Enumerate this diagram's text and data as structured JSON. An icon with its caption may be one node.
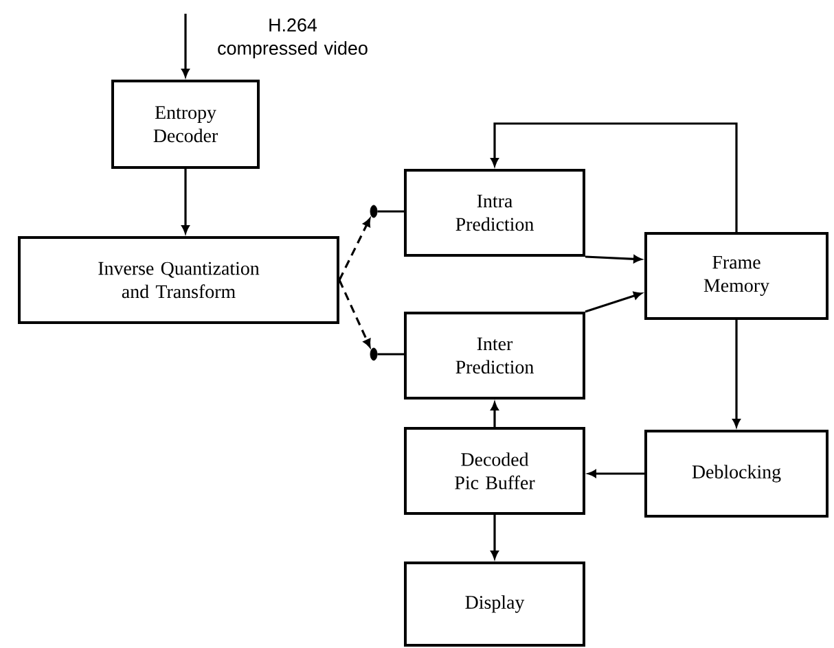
{
  "diagram": {
    "nodes": [
      {
        "text": [
          "Entropy Decoder"
        ]
      },
      {
        "text": [
          "Inverse Quantization and Transform"
        ]
      },
      {
        "text": [
          "Intra Prediction"
        ]
      },
      {
        "text": [
          "Frame Memory"
        ]
      },
      {
        "text": [
          "Inter Prediction"
        ]
      },
      {
        "text": [
          "Decoded Pic Buffer"
        ]
      },
      {
        "text": [
          "Deblocking"
        ]
      },
      {
        "text": [
          "Display"
        ]
      },
      {
        "text": [],
        "shape": "circle"
      },
      {
        "text": [],
        "shape": "circle"
      }
    ],
    "edges": [
      {
        "from": null,
        "to": 0,
        "arrow": "to",
        "label": "H.264 compressed video"
      },
      {
        "from": 0,
        "to": 1,
        "arrow": "to"
      },
      {
        "from": 1,
        "to": 8,
        "arrow": "to",
        "style": "dashed"
      },
      {
        "from": 8,
        "to": 2,
        "arrow": "none"
      },
      {
        "from": 1,
        "to": 9,
        "arrow": "to",
        "style": "dashed"
      },
      {
        "from": 9,
        "to": 4,
        "arrow": "none"
      },
      {
        "from": 2,
        "to": 3,
        "arrow": "to"
      },
      {
        "from": 4,
        "to": 3,
        "arrow": "to"
      },
      {
        "from": 3,
        "to": 2,
        "arrow": "to"
      },
      {
        "from": 3,
        "to": 6,
        "arrow": "to"
      },
      {
        "from": 6,
        "to": 5,
        "arrow": "to"
      },
      {
        "from": 5,
        "to": 4,
        "arrow": "to"
      },
      {
        "from": 5,
        "to": 7,
        "arrow": "to"
      }
    ]
  }
}
